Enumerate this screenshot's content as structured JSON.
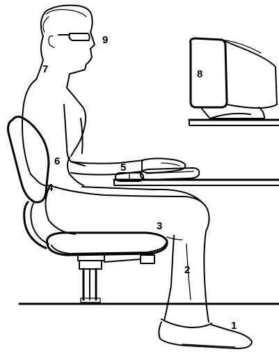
{
  "colors": {
    "ink": "#000000",
    "paper": "#ffffff"
  },
  "callouts": [
    {
      "id": "1",
      "label": "1"
    },
    {
      "id": "2",
      "label": "2"
    },
    {
      "id": "3",
      "label": "3"
    },
    {
      "id": "4",
      "label": "4"
    },
    {
      "id": "5",
      "label": "5"
    },
    {
      "id": "6",
      "label": "6"
    },
    {
      "id": "7",
      "label": "7"
    },
    {
      "id": "8",
      "label": "8"
    },
    {
      "id": "9",
      "label": "9"
    }
  ]
}
